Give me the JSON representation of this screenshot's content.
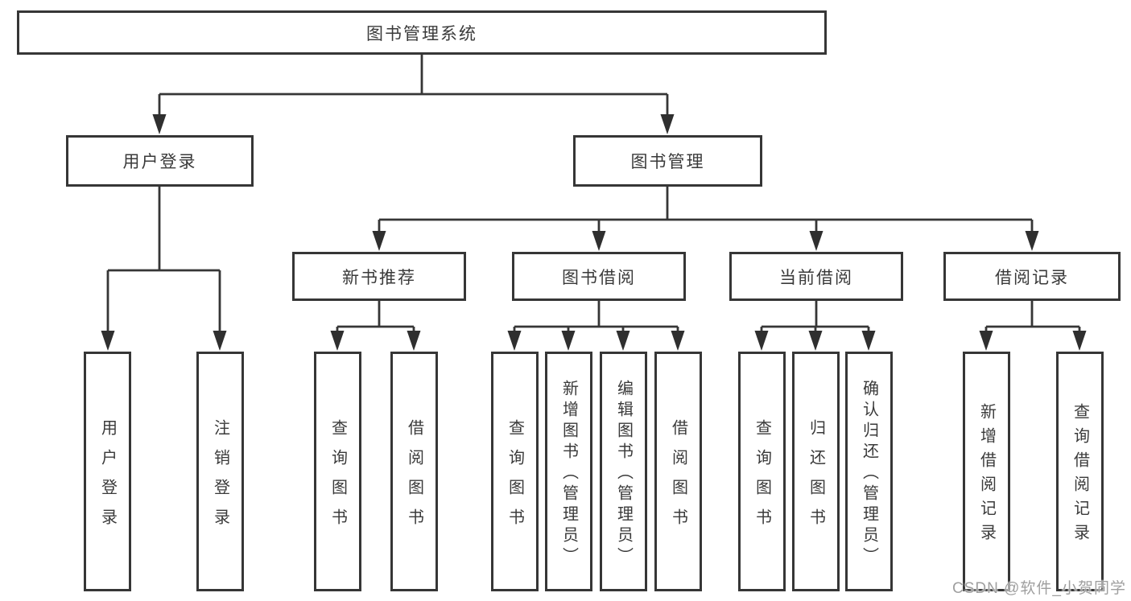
{
  "root": {
    "label": "图书管理系统"
  },
  "modules": [
    {
      "label": "用户登录",
      "functions": [
        {
          "label": "用户登录"
        },
        {
          "label": "注销登录"
        }
      ]
    },
    {
      "label": "图书管理",
      "submodules": [
        {
          "label": "新书推荐",
          "functions": [
            {
              "label": "查询图书"
            },
            {
              "label": "借阅图书"
            }
          ]
        },
        {
          "label": "图书借阅",
          "functions": [
            {
              "label": "查询图书"
            },
            {
              "label": "新增图书（管理员）"
            },
            {
              "label": "编辑图书（管理员）"
            },
            {
              "label": "借阅图书"
            }
          ]
        },
        {
          "label": "当前借阅",
          "functions": [
            {
              "label": "查询图书"
            },
            {
              "label": "归还图书"
            },
            {
              "label": "确认归还（管理员）"
            }
          ]
        },
        {
          "label": "借阅记录",
          "functions": [
            {
              "label": "新增借阅记录"
            },
            {
              "label": "查询借阅记录"
            }
          ]
        }
      ]
    }
  ],
  "watermark": {
    "text": "CSDN @软件_小贺同学"
  },
  "colors": {
    "line": "#363636",
    "text": "#3a3a3a",
    "box_background": "#ffffff",
    "watermark": "#9f9f9f"
  }
}
